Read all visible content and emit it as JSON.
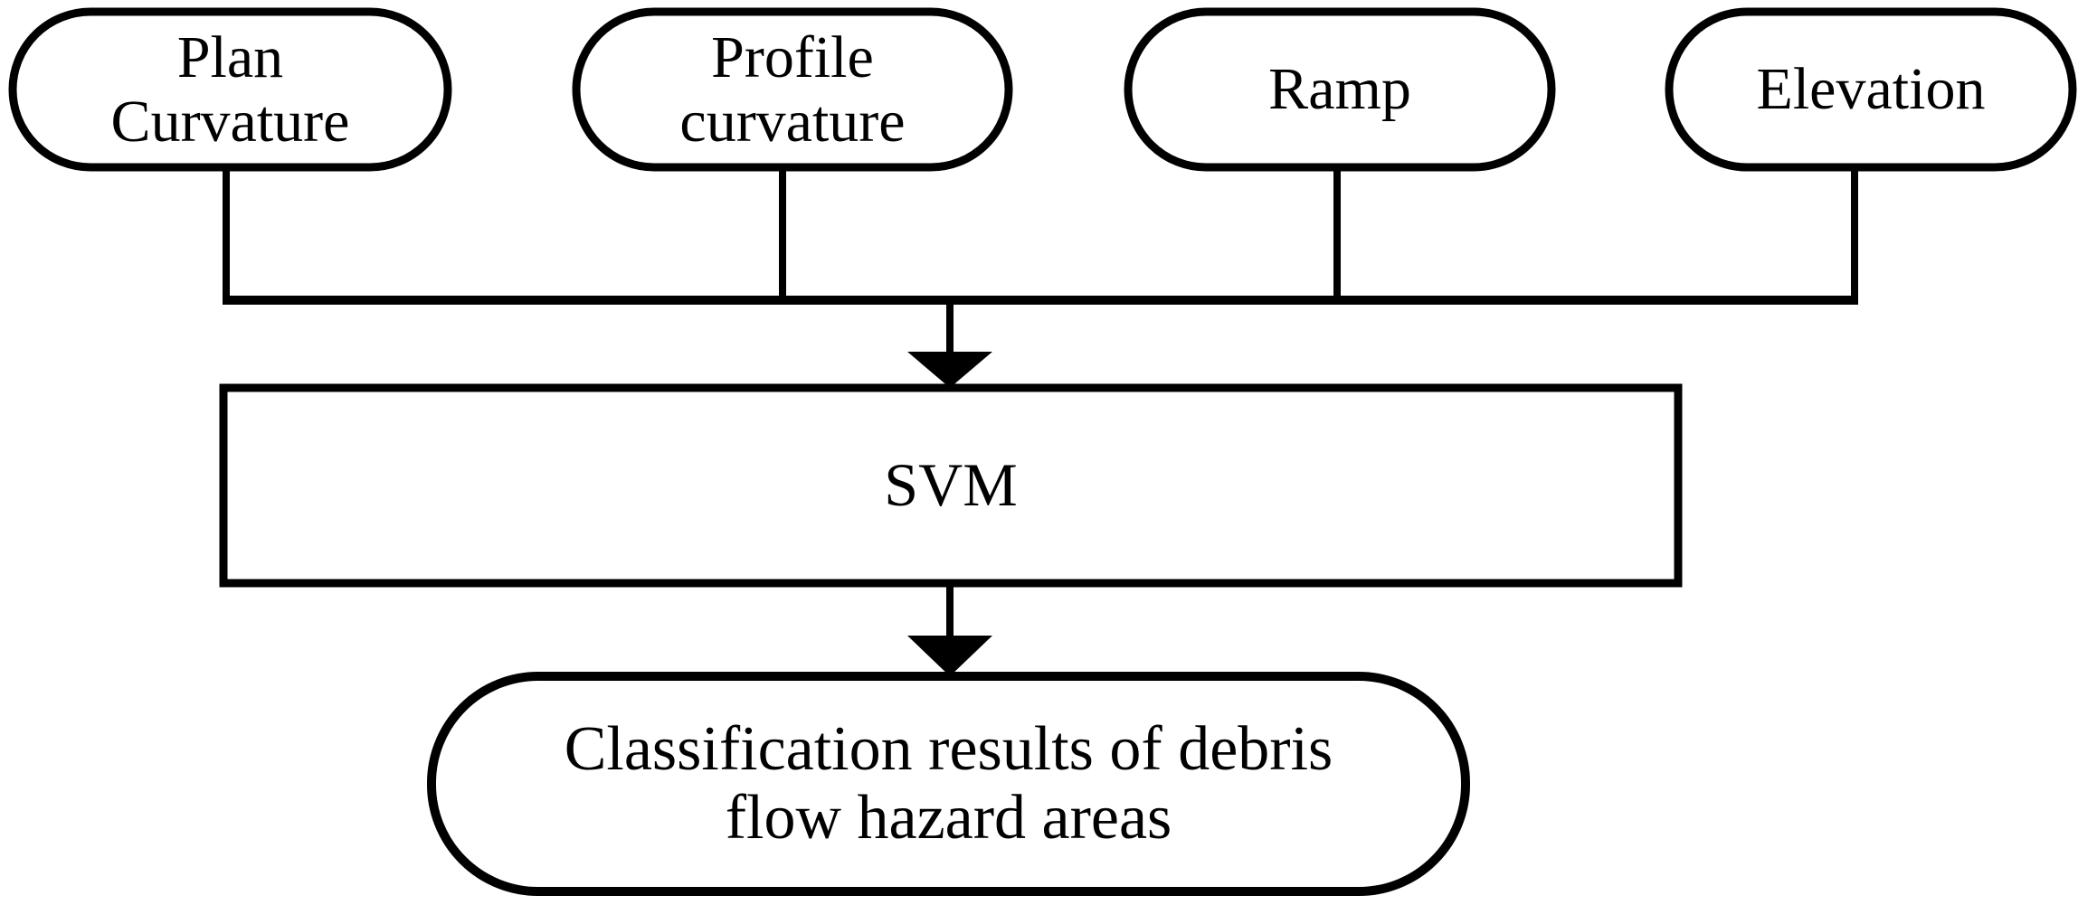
{
  "diagram": {
    "type": "flowchart",
    "title": "SVM debris flow hazard classification flowchart",
    "orientation": "top-to-bottom",
    "stroke_color": "#000000",
    "fill_color": "#ffffff",
    "inputs": [
      {
        "id": "plan-curvature",
        "label": "Plan\nCurvature",
        "shape": "stadium"
      },
      {
        "id": "profile-curvature",
        "label": "Profile\ncurvature",
        "shape": "stadium"
      },
      {
        "id": "ramp",
        "label": "Ramp",
        "shape": "stadium"
      },
      {
        "id": "elevation",
        "label": "Elevation",
        "shape": "stadium"
      }
    ],
    "process": {
      "id": "svm",
      "label": "SVM",
      "shape": "rectangle"
    },
    "result": {
      "id": "classification-results",
      "label": "Classification results of debris\nflow hazard areas",
      "shape": "stadium"
    },
    "connectors": [
      {
        "from": "plan-curvature",
        "to": "merge-bus",
        "arrow": false
      },
      {
        "from": "profile-curvature",
        "to": "merge-bus",
        "arrow": false
      },
      {
        "from": "ramp",
        "to": "merge-bus",
        "arrow": false
      },
      {
        "from": "elevation",
        "to": "merge-bus",
        "arrow": false
      },
      {
        "from": "merge-bus",
        "to": "svm",
        "arrow": true
      },
      {
        "from": "svm",
        "to": "classification-results",
        "arrow": true
      }
    ]
  }
}
